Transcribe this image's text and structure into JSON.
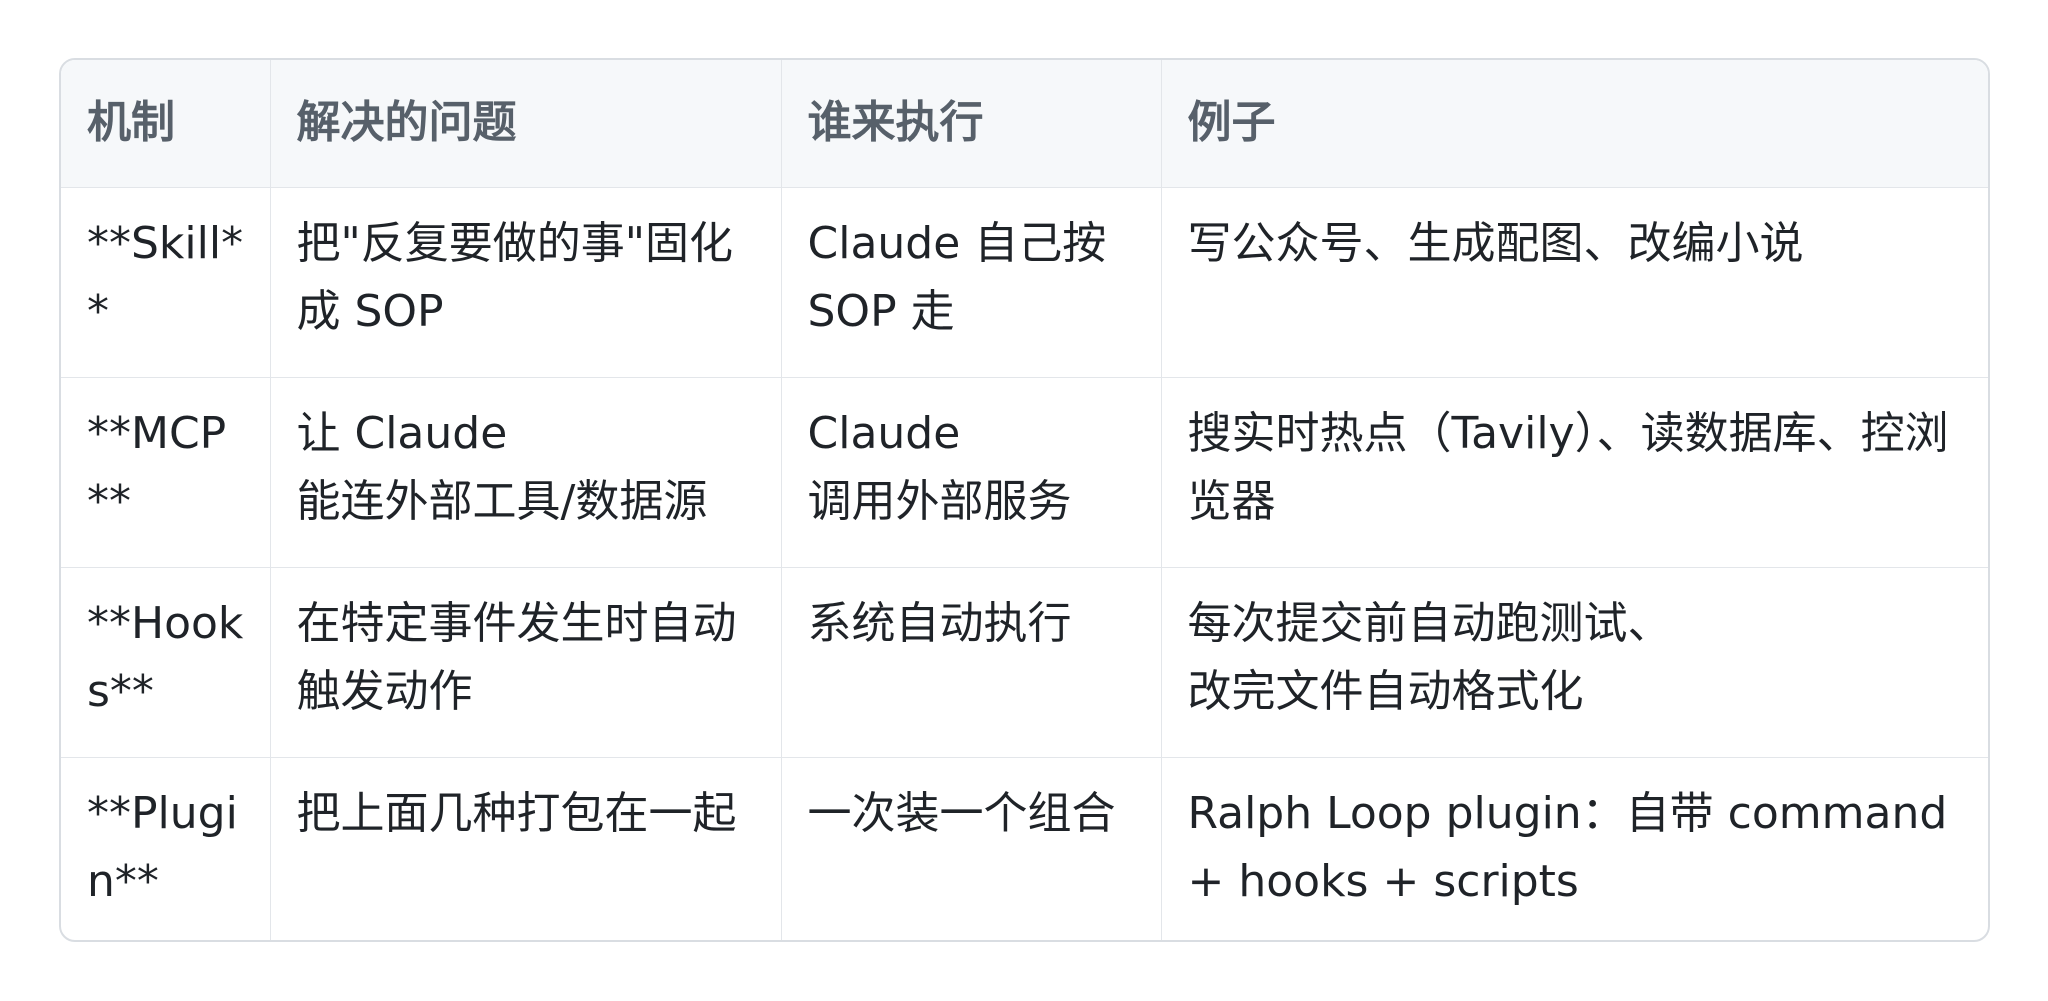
{
  "table": {
    "headers": [
      "机制",
      "解决的问题",
      "谁来执行",
      "例子"
    ],
    "rows": [
      [
        "**Skill**",
        "把\"反复要做的事\"固化成 SOP",
        "Claude 自己按 SOP 走",
        "写公众号、生成配图、改编小说"
      ],
      [
        "**MCP**",
        "让 Claude\n能连外部工具/数据源",
        "Claude\n调用外部服务",
        "搜实时热点（Tavily）、读数据库、控浏览器"
      ],
      [
        "**Hooks**",
        "在特定事件发生时自动触发动作",
        "系统自动执行",
        "每次提交前自动跑测试、\n改完文件自动格式化"
      ],
      [
        "**Plugin**",
        "把上面几种打包在一起",
        "一次装一个组合",
        "Ralph Loop plugin：自带 command + hooks + scripts"
      ]
    ]
  }
}
